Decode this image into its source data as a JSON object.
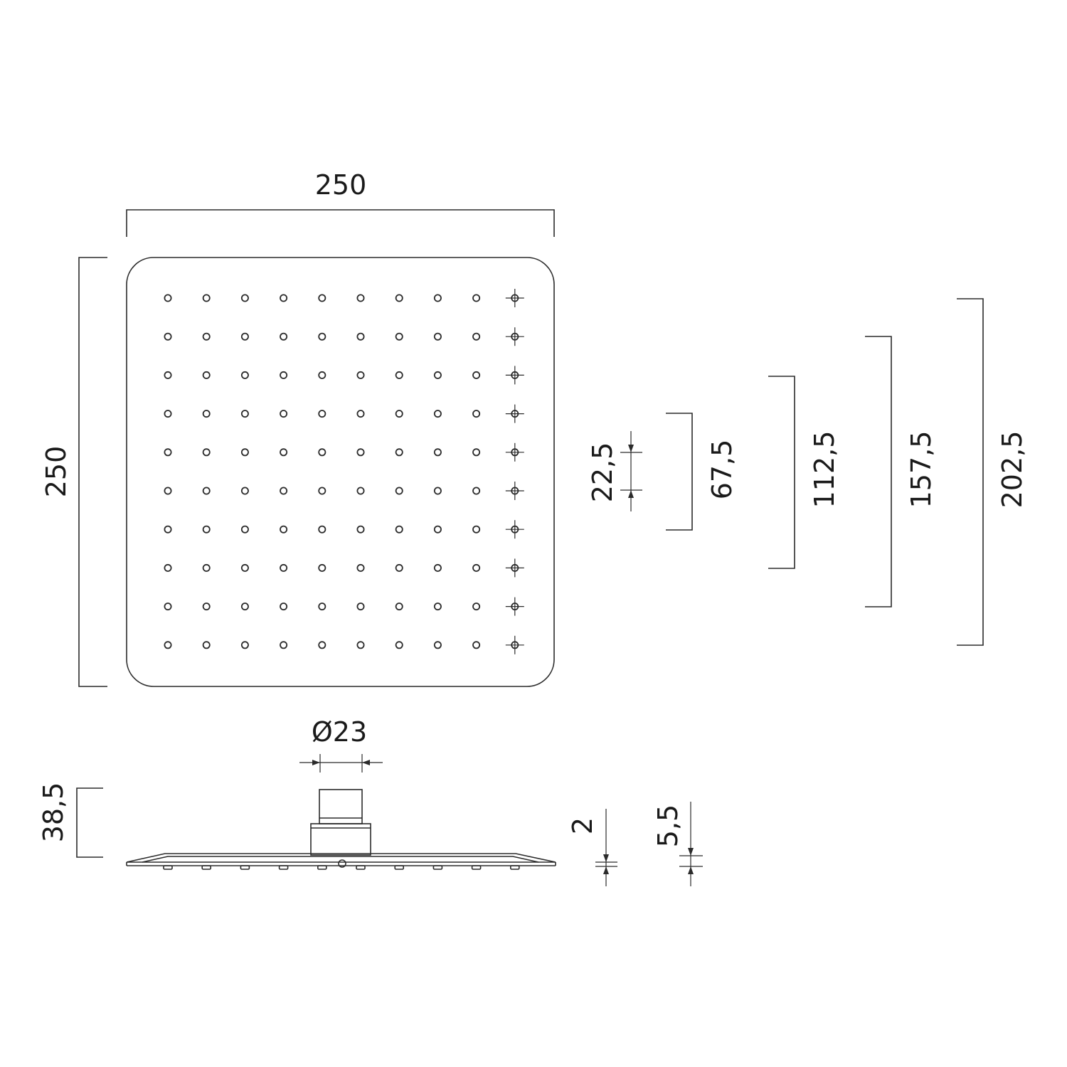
{
  "colors": {
    "line": "#2b2b2b",
    "text": "#1a1a1a",
    "background": "#ffffff"
  },
  "grid": {
    "rows": 10,
    "cols": 10
  },
  "labels": {
    "width": "250",
    "height": "250",
    "pitch": "22,5",
    "span_1": "67,5",
    "span_2": "112,5",
    "span_3": "157,5",
    "span_4": "202,5",
    "diameter": "Ø23",
    "total_height": "38,5",
    "plate_thickness": "2",
    "nozzle_height": "5,5"
  }
}
